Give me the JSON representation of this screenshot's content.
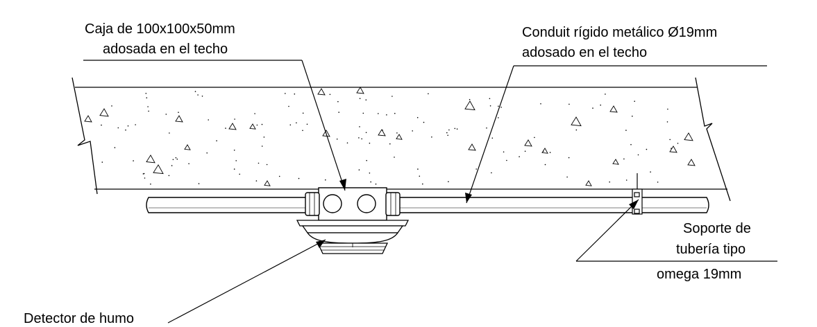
{
  "labels": {
    "box_line1": "Caja de 100x100x50mm",
    "box_line2": "adosada en el techo",
    "conduit_line1": "Conduit rígido metálico Ø19mm",
    "conduit_line2": "adosado en el techo",
    "support_line1": "Soporte de",
    "support_line2": "tubería tipo",
    "support_line3": "omega 19mm",
    "detector": "Detector de humo"
  },
  "colors": {
    "line": "#000000",
    "background": "#ffffff"
  }
}
